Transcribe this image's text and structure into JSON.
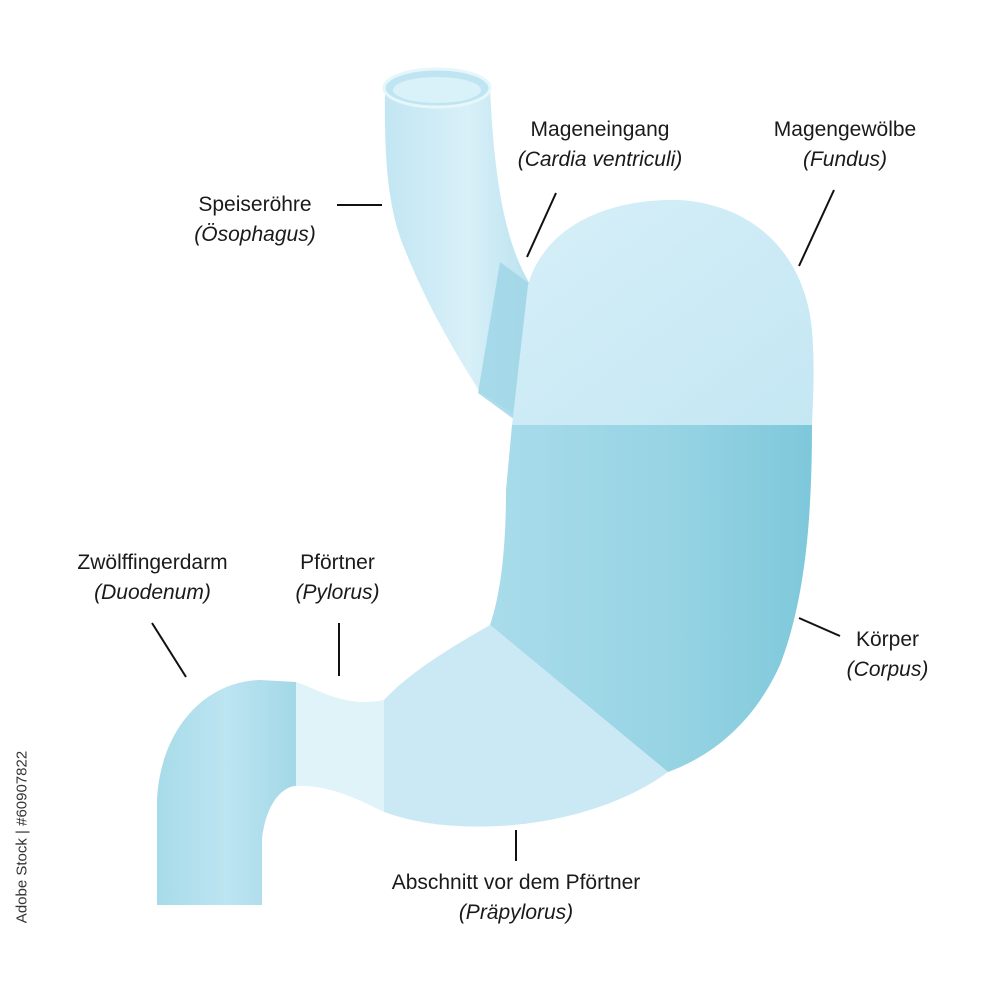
{
  "labels": {
    "esophagus": {
      "german": "Speiseröhre",
      "latin": "(Ösophagus)"
    },
    "cardia": {
      "german": "Mageneingang",
      "latin": "(Cardia ventriculi)"
    },
    "fundus": {
      "german": "Magengewölbe",
      "latin": "(Fundus)"
    },
    "duodenum": {
      "german": "Zwölffingerdarm",
      "latin": "(Duodenum)"
    },
    "pylorus": {
      "german": "Pförtner",
      "latin": "(Pylorus)"
    },
    "corpus": {
      "german": "Körper",
      "latin": "(Corpus)"
    },
    "prepylorus": {
      "german": "Abschnitt vor dem Pförtner",
      "latin": "(Präpylorus)"
    }
  },
  "credit": "Adobe Stock | #60907822",
  "colors": {
    "light": "#cdeaf5",
    "mid": "#b6e2f0",
    "body": "#8ccfdf",
    "rim": "#e9f7fc",
    "leader": "#111111"
  }
}
